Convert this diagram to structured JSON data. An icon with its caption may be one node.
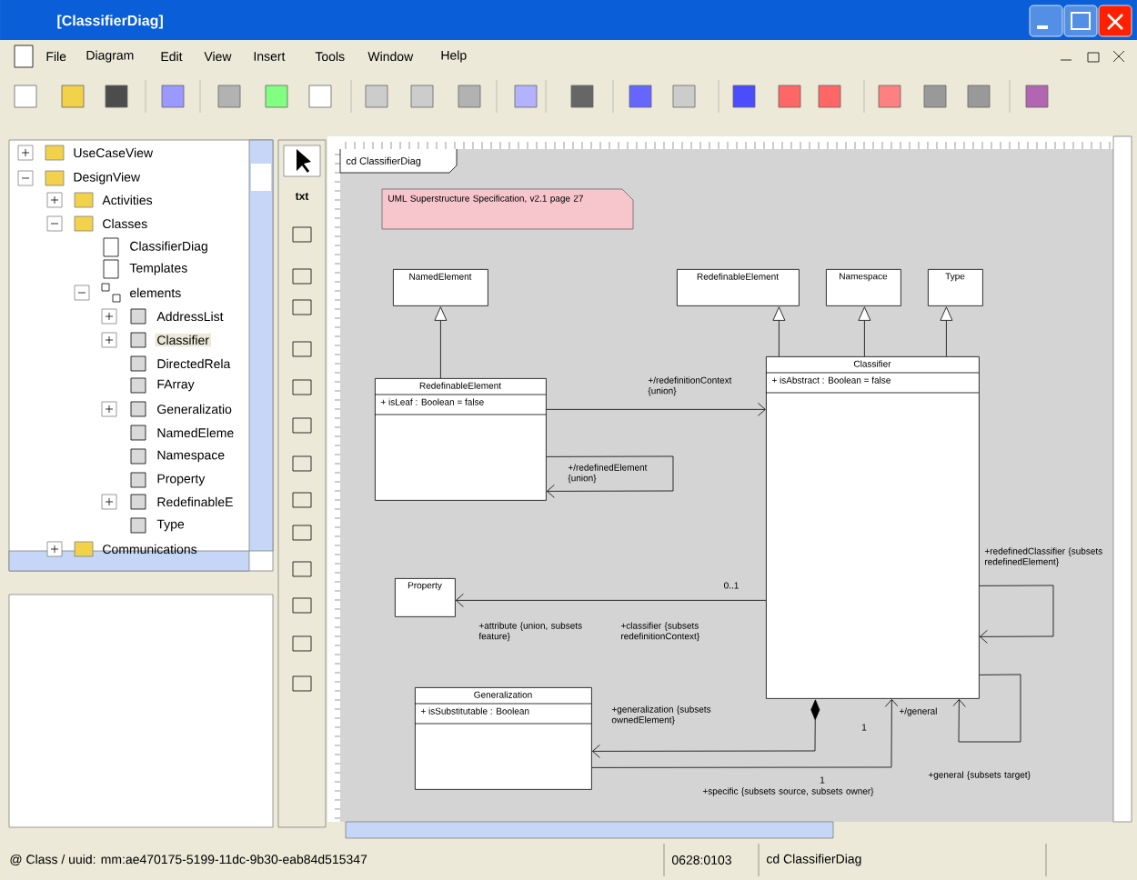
{
  "diagram": {
    "nodes": [
      {
        "text": [
          "UML Superstructure Specification, v2.1 page 27"
        ]
      },
      {
        "text": [
          "NamedElement"
        ]
      },
      {
        "text": [
          "RedefinableElement"
        ]
      },
      {
        "text": [
          "Namespace"
        ]
      },
      {
        "text": [
          "Type"
        ]
      },
      {
        "text": [
          "RedefinableElement",
          "+ isLeaf : Boolean = false"
        ]
      },
      {
        "text": [
          "Classifier",
          "+ isAbstract : Boolean = false"
        ]
      },
      {
        "text": [
          "Property"
        ]
      },
      {
        "text": [
          "Generalization",
          "+ isSubstitutable : Boolean"
        ]
      }
    ],
    "edges": [
      {
        "from": 5,
        "to": 1,
        "arrow": "to"
      },
      {
        "from": 6,
        "to": 2,
        "arrow": "to"
      },
      {
        "from": 6,
        "to": 3,
        "arrow": "to"
      },
      {
        "from": 6,
        "to": 4,
        "arrow": "to"
      },
      {
        "from": 5,
        "to": 6,
        "arrow": "to",
        "label": "+/redefinitionContext {union}"
      },
      {
        "from": 5,
        "to": 5,
        "arrow": "to",
        "label": "+/redefinedElement {union}"
      },
      {
        "from": 6,
        "to": 7,
        "arrow": "to",
        "label": "+attribute {union, subsets feature}"
      },
      {
        "from": 6,
        "to": 6,
        "arrow": "to",
        "label": "+redefinedClassifier {subsets redefinedElement}"
      },
      {
        "from": 6,
        "to": 8,
        "arrow": "to",
        "label": "+generalization {subsets ownedElement}"
      },
      {
        "from": 8,
        "to": 6,
        "arrow": "to",
        "label": "+specific {subsets source, subsets owner}"
      },
      {
        "from": 6,
        "to": 6,
        "arrow": "to",
        "label": "+/general"
      }
    ],
    "labels": [
      "[ClassifierDiag]",
      "File",
      "Diagram",
      "Edit",
      "View",
      "Insert",
      "Tools",
      "Window",
      "Help",
      "UseCaseView",
      "DesignView",
      "Activities",
      "Classes",
      "ClassifierDiag",
      "Templates",
      "elements",
      "AddressList",
      "Classifier",
      "DirectedRela",
      "FArray",
      "Generalizatio",
      "NamedEleme",
      "Namespace",
      "Property",
      "RedefinableE",
      "Type",
      "Communications",
      "txt",
      "cd ClassifierDiag",
      "+classifier {subsets redefinitionContext}",
      "0..1",
      "1",
      "1",
      "+general {subsets target}",
      "@ Class / uuid: mm:ae470175-5199-11dc-9b30-eab84d515347",
      "0628:0103",
      "cd ClassifierDiag"
    ]
  }
}
